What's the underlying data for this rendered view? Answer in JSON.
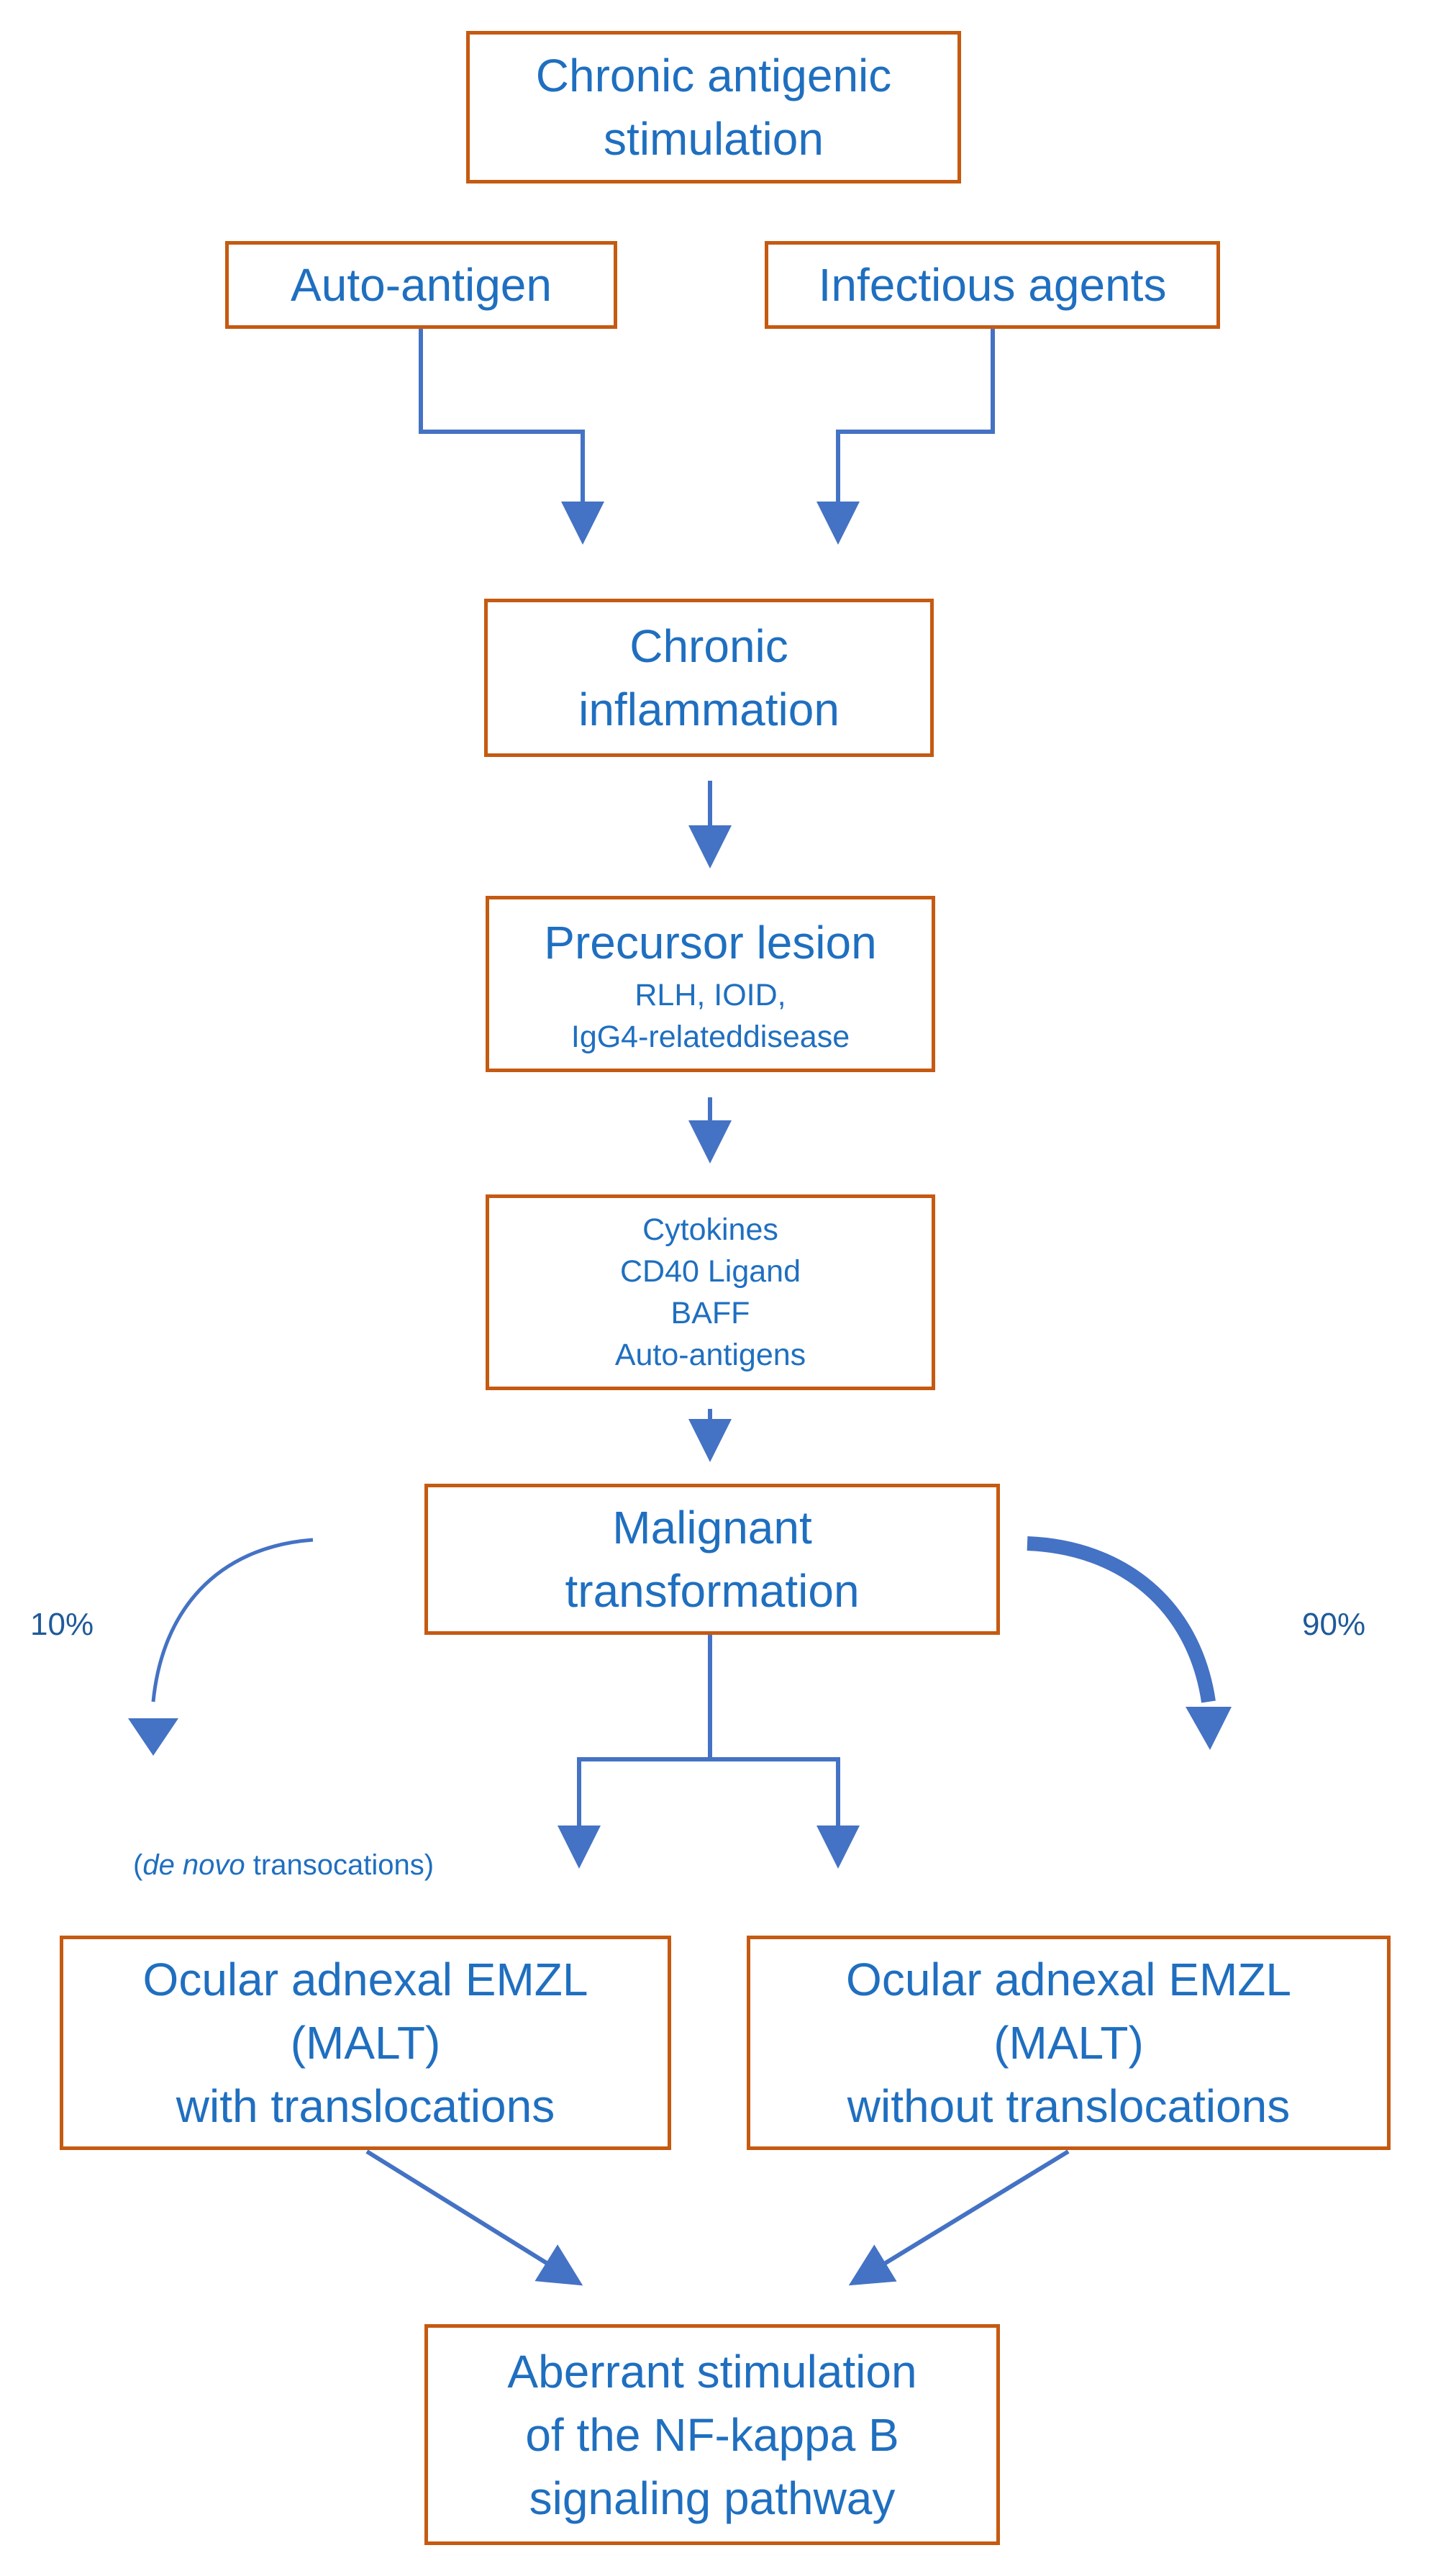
{
  "colors": {
    "box_border": "#c55a11",
    "text": "#1f6fc0",
    "arrow": "#4472c4",
    "percent_text": "#1f5a9a"
  },
  "nodes": {
    "chronic_antigenic": {
      "lines": [
        "Chronic antigenic",
        "stimulation"
      ]
    },
    "auto_antigen": {
      "lines": [
        "Auto-antigen"
      ]
    },
    "infectious_agents": {
      "lines": [
        "Infectious agents"
      ]
    },
    "chronic_inflammation": {
      "lines": [
        "Chronic",
        "inflammation"
      ]
    },
    "precursor_lesion": {
      "title": "Precursor lesion",
      "details": [
        "RLH, IOID,",
        "IgG4-relateddisease"
      ]
    },
    "mediators": {
      "lines": [
        "Cytokines",
        "CD40 Ligand",
        "BAFF",
        "Auto-antigens"
      ]
    },
    "malignant_transformation": {
      "lines": [
        "Malignant",
        "transformation"
      ]
    },
    "emzl_with": {
      "lines": [
        "Ocular adnexal EMZL",
        "(MALT)",
        "with translocations"
      ]
    },
    "emzl_without": {
      "lines": [
        "Ocular adnexal EMZL",
        "(MALT)",
        "without translocations"
      ]
    },
    "nfkb": {
      "lines": [
        "Aberrant stimulation",
        "of the NF-kappa B",
        "signaling pathway"
      ]
    }
  },
  "labels": {
    "pct_left": "10%",
    "pct_right": "90%",
    "de_novo_prefix": "(",
    "de_novo_italic": "de novo",
    "de_novo_suffix": " transocations)"
  }
}
